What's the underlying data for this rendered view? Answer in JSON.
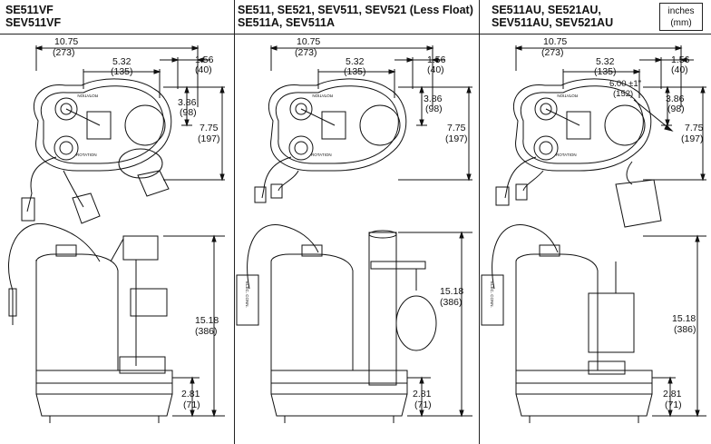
{
  "units": {
    "line1": "inches",
    "line2": "(mm)"
  },
  "panels": [
    {
      "model_line1": "SE511VF",
      "model_line2": "SEV511VF",
      "width_in": "10.75",
      "width_mm": "(273)",
      "offset_in": "5.32",
      "offset_mm": "(135)",
      "edge_in": "1.56",
      "edge_mm": "(40)",
      "depth_in": "3.86",
      "depth_mm": "(98)",
      "total_in": "7.75",
      "total_mm": "(197)",
      "height_in": "15.18",
      "height_mm": "(386)",
      "base_in": "2.81",
      "base_mm": "(71)"
    },
    {
      "model_line1": "SE511, SE521, SEV511, SEV521 (Less Float)",
      "model_line2": "SE511A, SEV511A",
      "width_in": "10.75",
      "width_mm": "(273)",
      "offset_in": "5.32",
      "offset_mm": "(135)",
      "edge_in": "1.56",
      "edge_mm": "(40)",
      "depth_in": "3.86",
      "depth_mm": "(98)",
      "total_in": "7.75",
      "total_mm": "(197)",
      "height_in": "15.18",
      "height_mm": "(386)",
      "base_in": "2.81",
      "base_mm": "(71)"
    },
    {
      "model_line1": "SE511AU, SE521AU,",
      "model_line2": "SEV511AU, SEV521AU",
      "width_in": "10.75",
      "width_mm": "(273)",
      "offset_in": "5.32",
      "offset_mm": "(135)",
      "edge_in": "1.56",
      "edge_mm": "(40)",
      "depth_in": "3.86",
      "depth_mm": "(98)",
      "total_in": "7.75",
      "total_mm": "(197)",
      "height_in": "15.18",
      "height_mm": "(386)",
      "base_in": "2.81",
      "base_mm": "(71)",
      "cord_in": "6.00 ±1\"",
      "cord_mm": "(152)"
    }
  ],
  "labels": {
    "rotation": "ROTATION",
    "elec_conn": "ELEC. CONN."
  }
}
